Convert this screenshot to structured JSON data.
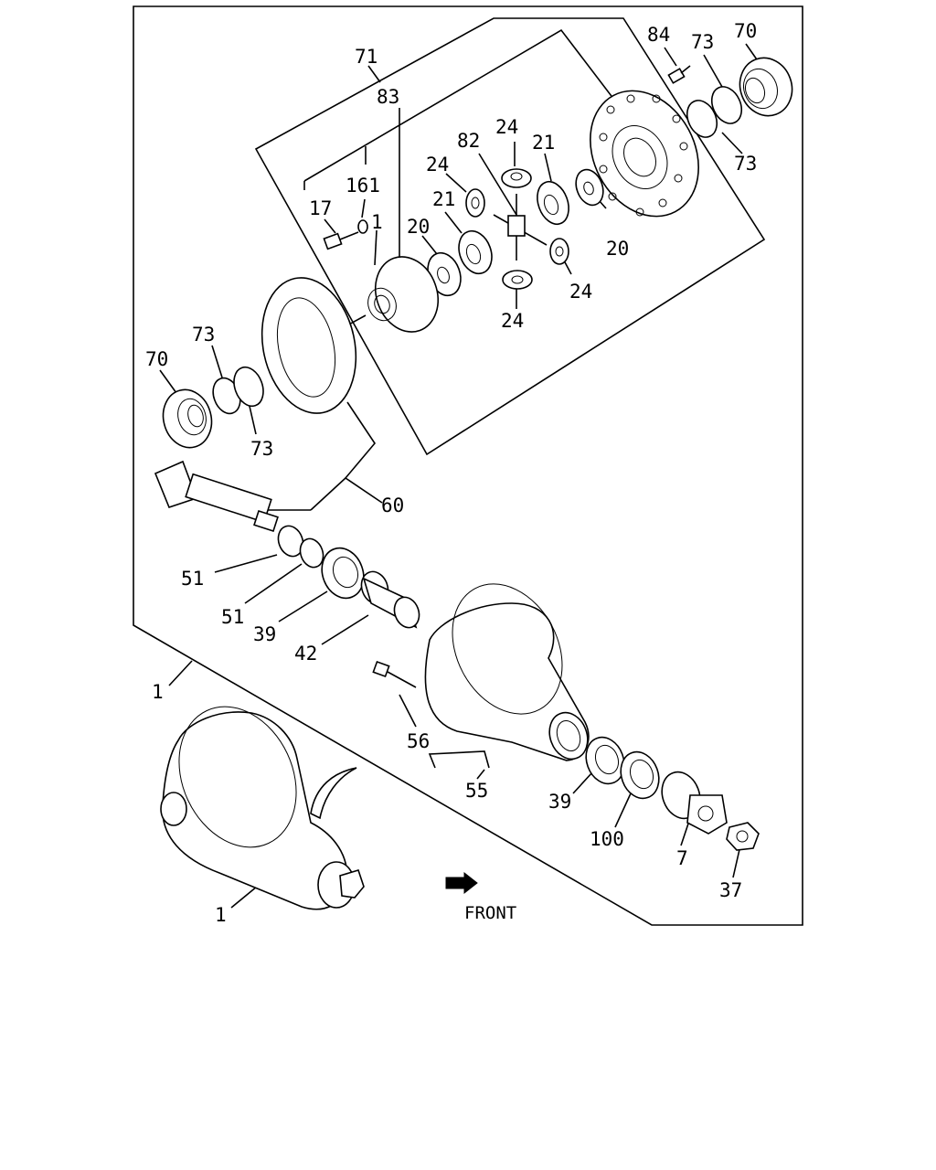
{
  "diagram": {
    "callouts": {
      "c71": "71",
      "c83": "83",
      "c161": "161",
      "c17": "17",
      "c1_inner": "1",
      "c84": "84",
      "c73_top_a": "73",
      "c70_top": "70",
      "c73_top_b": "73",
      "c24_top": "24",
      "c82": "82",
      "c21_right": "21",
      "c24_left": "24",
      "c21_left": "21",
      "c20_left": "20",
      "c20_right": "20",
      "c24_lower_right": "24",
      "c24_bottom": "24",
      "c73_left_a": "73",
      "c70_left": "70",
      "c73_left_b": "73",
      "c60": "60",
      "c51_a": "51",
      "c51_b": "51",
      "c39_a": "39",
      "c42": "42",
      "c1_frame": "1",
      "c56": "56",
      "c55": "55",
      "c39_b": "39",
      "c100": "100",
      "c7": "7",
      "c37": "37",
      "c1_assembly": "1"
    },
    "front_label": "FRONT"
  }
}
